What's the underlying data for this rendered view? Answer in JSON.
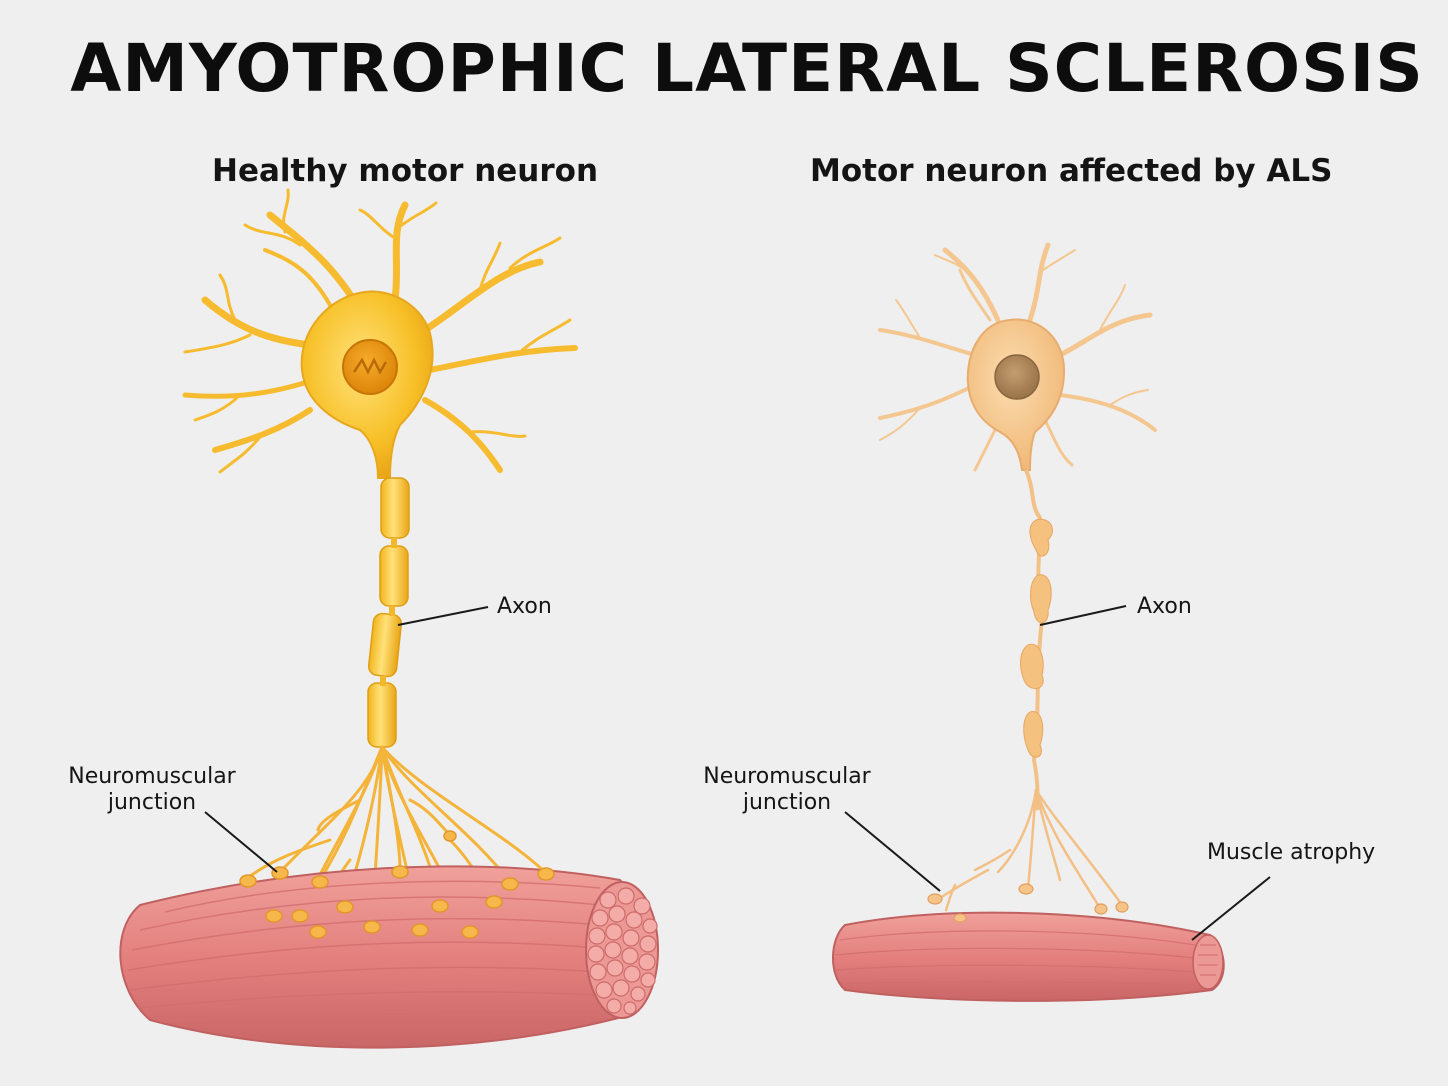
{
  "title": "AMYOTROPHIC LATERAL SCLEROSIS",
  "panels": {
    "healthy": {
      "heading": "Healthy motor neuron",
      "axon_label": "Axon",
      "junction_label_line1": "Neuromuscular",
      "junction_label_line2": "junction"
    },
    "als": {
      "heading": "Motor neuron affected by ALS",
      "axon_label": "Axon",
      "junction_label_line1": "Neuromuscular",
      "junction_label_line2": "junction",
      "muscle_label": "Muscle atrophy"
    }
  },
  "colors": {
    "healthy_neuron": "#f7c028",
    "healthy_nucleus": "#e8920e",
    "als_neuron": "#f6c98e",
    "als_nucleus": "#a8835a",
    "muscle": "#e58583",
    "muscle_dark": "#c96666",
    "background": "#efefef"
  }
}
